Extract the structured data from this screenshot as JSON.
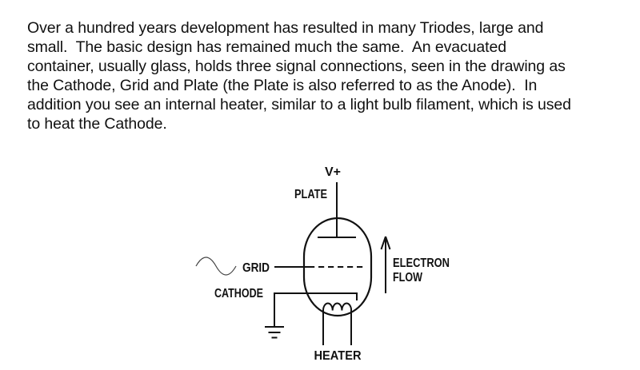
{
  "page": {
    "background": "#ffffff",
    "text_color": "#111111",
    "line_color": "#111111"
  },
  "paragraph": {
    "text": "Over a hundred years development has resulted in many Triodes, large and\nsmall.  The basic design has remained much the same.  An evacuated\ncontainer, usually glass, holds three signal connections, seen in the drawing as\nthe Cathode, Grid and Plate (the Plate is also referred to as the Anode).  In\naddition you see an internal heater, similar to a light bulb filament, which is used\nto heat the Cathode."
  },
  "diagram": {
    "labels": {
      "supply": "V+",
      "plate": "PLATE",
      "grid": "GRID",
      "cathode": "CATHODE",
      "heater": "HEATER",
      "electron_flow_line1": "ELECTRON",
      "electron_flow_line2": "FLOW"
    }
  }
}
